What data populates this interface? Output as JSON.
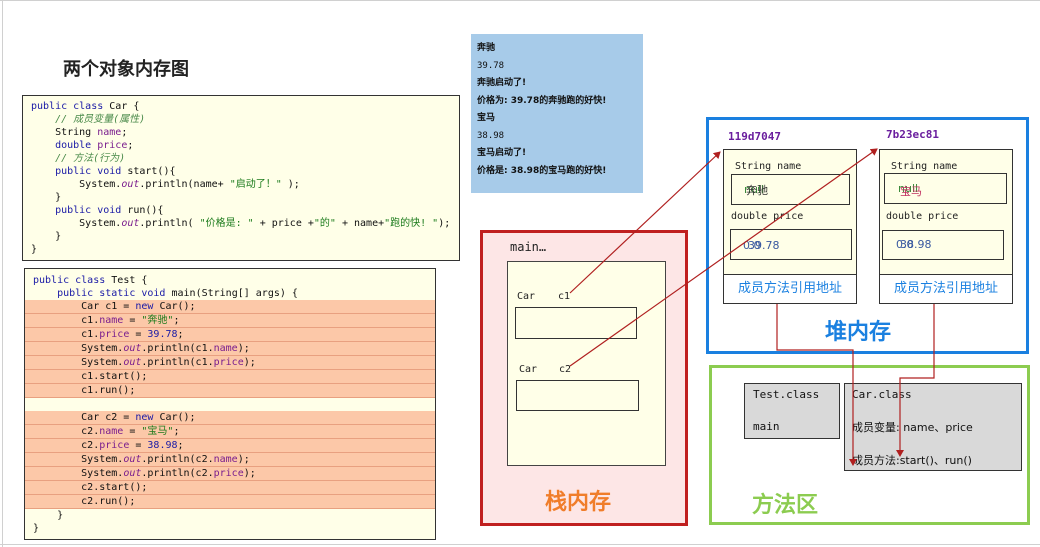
{
  "title": "两个对象内存图",
  "car_code": [
    {
      "parts": [
        {
          "t": "public class ",
          "c": "kw"
        },
        {
          "t": "Car {",
          "c": ""
        }
      ]
    },
    {
      "parts": [
        {
          "t": "    // 成员变量(属性)",
          "c": "cm"
        }
      ]
    },
    {
      "parts": [
        {
          "t": "    String ",
          "c": ""
        },
        {
          "t": "name",
          "c": "fd"
        },
        {
          "t": ";",
          "c": ""
        }
      ]
    },
    {
      "parts": [
        {
          "t": "    double ",
          "c": "kw"
        },
        {
          "t": "price",
          "c": "fd"
        },
        {
          "t": ";",
          "c": ""
        }
      ]
    },
    {
      "parts": [
        {
          "t": "    // 方法(行为)",
          "c": "cm"
        }
      ]
    },
    {
      "parts": [
        {
          "t": "    public void ",
          "c": "kw"
        },
        {
          "t": "start(){",
          "c": ""
        }
      ]
    },
    {
      "parts": [
        {
          "t": "        System.",
          "c": ""
        },
        {
          "t": "out",
          "c": "st2"
        },
        {
          "t": ".println(name+ ",
          "c": ""
        },
        {
          "t": "\"启动了！\"",
          "c": "st"
        },
        {
          "t": " );",
          "c": ""
        }
      ]
    },
    {
      "parts": [
        {
          "t": "    }",
          "c": ""
        }
      ]
    },
    {
      "parts": [
        {
          "t": "    public void ",
          "c": "kw"
        },
        {
          "t": "run(){",
          "c": ""
        }
      ]
    },
    {
      "parts": [
        {
          "t": "        System.",
          "c": ""
        },
        {
          "t": "out",
          "c": "st2"
        },
        {
          "t": ".println( ",
          "c": ""
        },
        {
          "t": "\"价格是: \"",
          "c": "st"
        },
        {
          "t": " + price +",
          "c": ""
        },
        {
          "t": "\"的\"",
          "c": "st"
        },
        {
          "t": " + name+",
          "c": ""
        },
        {
          "t": "\"跑的快! \"",
          "c": "st"
        },
        {
          "t": ");",
          "c": ""
        }
      ]
    },
    {
      "parts": [
        {
          "t": "    }",
          "c": ""
        }
      ]
    },
    {
      "parts": [
        {
          "t": "}",
          "c": ""
        }
      ]
    }
  ],
  "test_code": [
    {
      "hl": false,
      "parts": [
        {
          "t": "public class ",
          "c": "kw"
        },
        {
          "t": "Test {",
          "c": ""
        }
      ]
    },
    {
      "hl": false,
      "parts": [
        {
          "t": "    public static void ",
          "c": "kw"
        },
        {
          "t": "main(String[] args) {",
          "c": ""
        }
      ]
    },
    {
      "hl": true,
      "parts": [
        {
          "t": "        Car c1 = ",
          "c": ""
        },
        {
          "t": "new ",
          "c": "kw"
        },
        {
          "t": "Car();",
          "c": ""
        }
      ]
    },
    {
      "hl": true,
      "parts": [
        {
          "t": "        c1.",
          "c": ""
        },
        {
          "t": "name",
          "c": "fd"
        },
        {
          "t": " = ",
          "c": ""
        },
        {
          "t": "\"奔驰\"",
          "c": "st"
        },
        {
          "t": ";",
          "c": ""
        }
      ]
    },
    {
      "hl": true,
      "parts": [
        {
          "t": "        c1.",
          "c": ""
        },
        {
          "t": "price",
          "c": "fd"
        },
        {
          "t": " = ",
          "c": ""
        },
        {
          "t": "39.78",
          "c": "kw"
        },
        {
          "t": ";",
          "c": ""
        }
      ]
    },
    {
      "hl": true,
      "parts": [
        {
          "t": "        System.",
          "c": ""
        },
        {
          "t": "out",
          "c": "st2"
        },
        {
          "t": ".println(c1.",
          "c": ""
        },
        {
          "t": "name",
          "c": "fd"
        },
        {
          "t": ");",
          "c": ""
        }
      ]
    },
    {
      "hl": true,
      "parts": [
        {
          "t": "        System.",
          "c": ""
        },
        {
          "t": "out",
          "c": "st2"
        },
        {
          "t": ".println(c1.",
          "c": ""
        },
        {
          "t": "price",
          "c": "fd"
        },
        {
          "t": ");",
          "c": ""
        }
      ]
    },
    {
      "hl": true,
      "parts": [
        {
          "t": "        c1.start();",
          "c": ""
        }
      ]
    },
    {
      "hl": true,
      "parts": [
        {
          "t": "        c1.run();",
          "c": ""
        }
      ]
    },
    {
      "hl": false,
      "parts": [
        {
          "t": "",
          "c": ""
        }
      ]
    },
    {
      "hl": true,
      "parts": [
        {
          "t": "        Car c2 = ",
          "c": ""
        },
        {
          "t": "new ",
          "c": "kw"
        },
        {
          "t": "Car();",
          "c": ""
        }
      ]
    },
    {
      "hl": true,
      "parts": [
        {
          "t": "        c2.",
          "c": ""
        },
        {
          "t": "name",
          "c": "fd"
        },
        {
          "t": " = ",
          "c": ""
        },
        {
          "t": "\"宝马\"",
          "c": "st"
        },
        {
          "t": ";",
          "c": ""
        }
      ]
    },
    {
      "hl": true,
      "parts": [
        {
          "t": "        c2.",
          "c": ""
        },
        {
          "t": "price",
          "c": "fd"
        },
        {
          "t": " = ",
          "c": ""
        },
        {
          "t": "38.98",
          "c": "kw"
        },
        {
          "t": ";",
          "c": ""
        }
      ]
    },
    {
      "hl": true,
      "parts": [
        {
          "t": "        System.",
          "c": ""
        },
        {
          "t": "out",
          "c": "st2"
        },
        {
          "t": ".println(c2.",
          "c": ""
        },
        {
          "t": "name",
          "c": "fd"
        },
        {
          "t": ");",
          "c": ""
        }
      ]
    },
    {
      "hl": true,
      "parts": [
        {
          "t": "        System.",
          "c": ""
        },
        {
          "t": "out",
          "c": "st2"
        },
        {
          "t": ".println(c2.",
          "c": ""
        },
        {
          "t": "price",
          "c": "fd"
        },
        {
          "t": ");",
          "c": ""
        }
      ]
    },
    {
      "hl": true,
      "parts": [
        {
          "t": "        c2.start();",
          "c": ""
        }
      ]
    },
    {
      "hl": true,
      "parts": [
        {
          "t": "        c2.run();",
          "c": ""
        }
      ]
    },
    {
      "hl": false,
      "parts": [
        {
          "t": "    }",
          "c": ""
        }
      ]
    },
    {
      "hl": false,
      "parts": [
        {
          "t": "}",
          "c": ""
        }
      ]
    }
  ],
  "console": {
    "lines": [
      {
        "text": "奔驰",
        "bold": true
      },
      {
        "text": "39.78",
        "bold": false
      },
      {
        "text": "奔驰启动了!",
        "bold": true
      },
      {
        "text": "价格为: 39.78的奔驰跑的好快!",
        "bold": true
      },
      {
        "text": "宝马",
        "bold": true
      },
      {
        "text": "38.98",
        "bold": false
      },
      {
        "text": "宝马启动了!",
        "bold": true
      },
      {
        "text": "价格是: 38.98的宝马跑的好快!",
        "bold": true
      }
    ]
  },
  "stack": {
    "label": "栈内存",
    "frame_label": "main…",
    "vars": [
      {
        "type": "Car",
        "name": "c1"
      },
      {
        "type": "Car",
        "name": "c2"
      }
    ]
  },
  "heap": {
    "label": "堆内存",
    "objects": [
      {
        "address": "119d7047",
        "field_name": "String name",
        "field_price": "double price",
        "name_values": [
          "null",
          "奔驰"
        ],
        "price_values": [
          "0.0",
          "39.78"
        ],
        "ref_label": "成员方法引用地址"
      },
      {
        "address": "7b23ec81",
        "field_name": "String name",
        "field_price": "double price",
        "name_values": [
          "null",
          "宝马"
        ],
        "price_values": [
          "0.0",
          "38.98"
        ],
        "ref_label": "成员方法引用地址"
      }
    ]
  },
  "method_area": {
    "label": "方法区",
    "test_class": {
      "name": "Test.class",
      "method": "main"
    },
    "car_class": {
      "name": "Car.class",
      "members": "成员变量: name、price",
      "methods": "成员方法:start()、run()"
    }
  },
  "colors": {
    "stack_border": "#c02020",
    "heap_border": "#1a80e0",
    "method_border": "#8ccc50",
    "arrow": "#b02020",
    "highlight": "#fcc8a8"
  }
}
